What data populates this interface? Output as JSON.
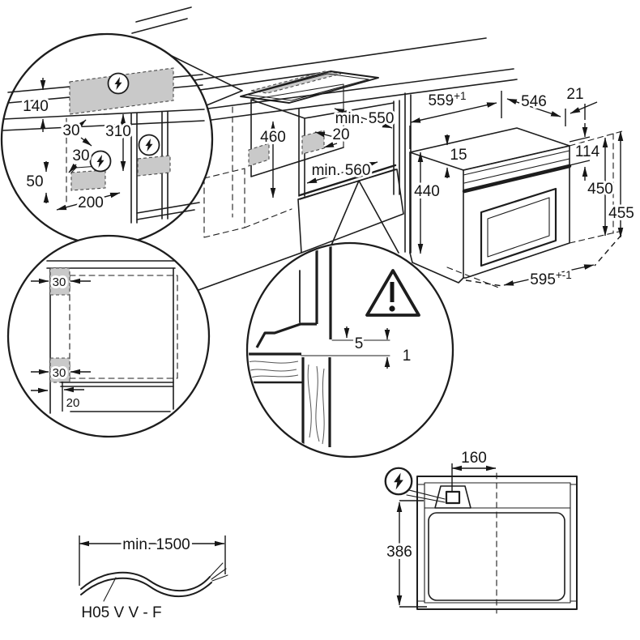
{
  "bubble_top_left": {
    "dim_140": "140",
    "dim_30_upper": "30",
    "dim_310": "310",
    "dim_30_lower": "30",
    "dim_50": "50",
    "dim_200": "200"
  },
  "main_view": {
    "dim_460": "460",
    "dim_min_550": "min. 550",
    "dim_20": "20",
    "dim_min_560": "min. 560"
  },
  "oven_view": {
    "dim_559": "559",
    "dim_559_tol": "+1",
    "dim_546": "546",
    "dim_21": "21",
    "dim_15": "15",
    "dim_114": "114",
    "dim_440": "440",
    "dim_450": "450",
    "dim_455": "455",
    "dim_595": "595",
    "dim_595_tol": "+-1"
  },
  "bubble_front_view": {
    "dim_30_top": "30",
    "dim_30_bottom": "30",
    "dim_20": "20"
  },
  "bubble_section": {
    "dim_5": "5",
    "dim_1": "1"
  },
  "top_view": {
    "dim_160": "160",
    "dim_386": "386"
  },
  "cable_detail": {
    "dim_min_1500": "min. 1500",
    "cable_type": "H05 V V - F"
  }
}
